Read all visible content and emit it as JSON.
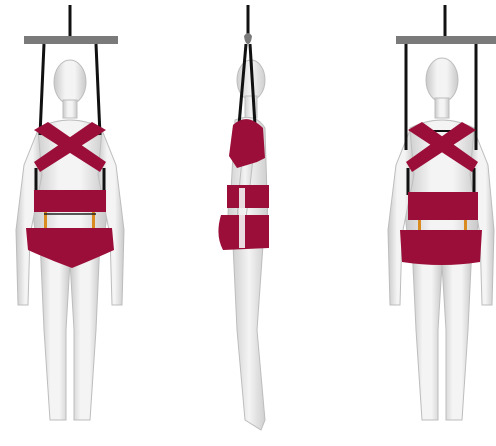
{
  "figures": [
    {
      "view": "front"
    },
    {
      "view": "side"
    },
    {
      "view": "back"
    }
  ],
  "colors": {
    "harness": "#9c0e3a",
    "harness_dark": "#7a0a2c",
    "body_light": "#f2f2f2",
    "body_mid": "#dcdcdc",
    "body_shadow": "#bdbdbd",
    "spreader_bar": "#7a7a7a",
    "strap": "#111111",
    "buckle": "#d98b1f"
  }
}
